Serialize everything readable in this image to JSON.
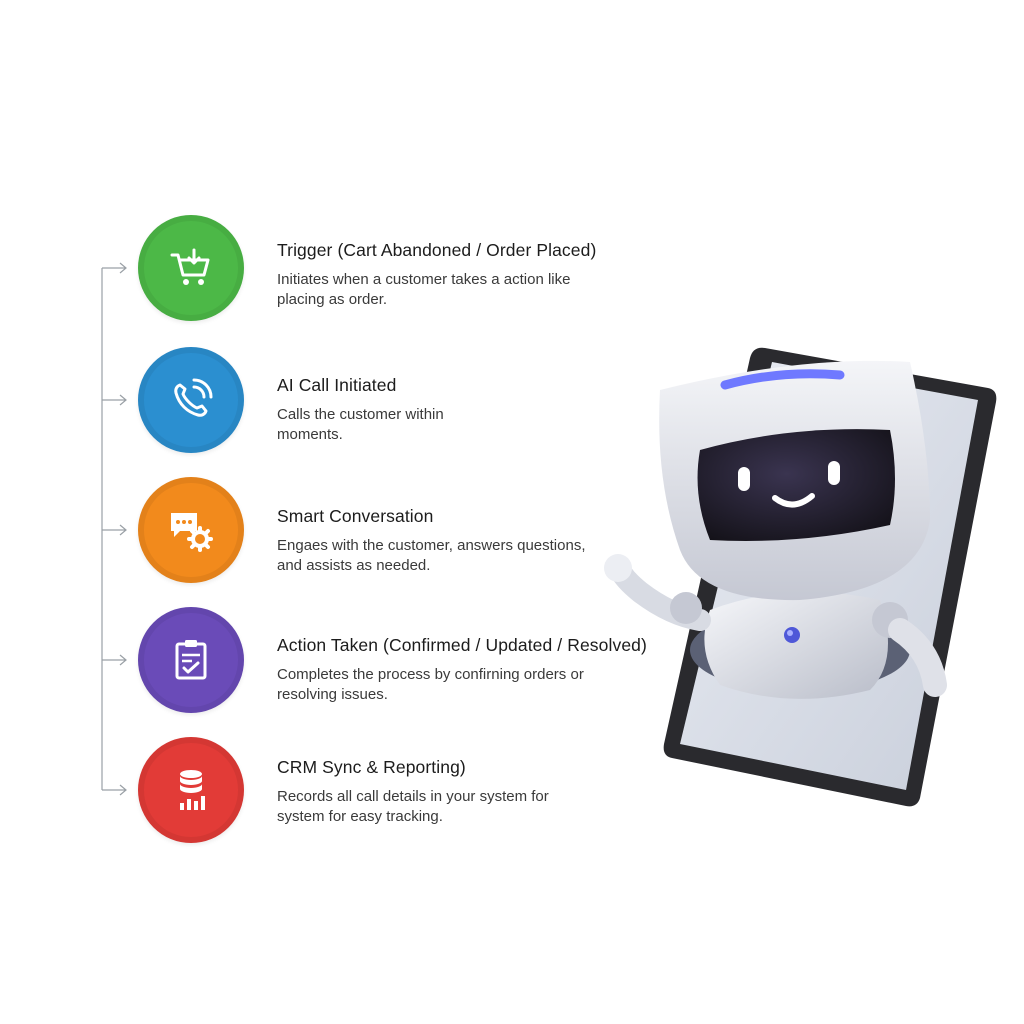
{
  "steps": [
    {
      "title": "Trigger (Cart Abandoned / Order Placed)",
      "desc_lines": [
        "Initiates when a customer takes a action like",
        "placing as order."
      ],
      "color": "#4cb847",
      "icon": "cart-icon"
    },
    {
      "title": "AI Call Initiated",
      "desc_lines": [
        "Calls the customer within",
        "moments."
      ],
      "color": "#2b8fd0",
      "icon": "phone-call-icon"
    },
    {
      "title": "Smart Conversation",
      "desc_lines": [
        "Engaes with the customer, answers questions,",
        "and assists as needed."
      ],
      "color": "#f28a1c",
      "icon": "chat-gear-icon"
    },
    {
      "title": "Action Taken (Confirmed / Updated / Resolved)",
      "desc_lines": [
        "Completes the process by confirning orders or",
        "resolving issues."
      ],
      "color": "#6a4bb8",
      "icon": "clipboard-check-icon"
    },
    {
      "title": "CRM Sync & Reporting)",
      "desc_lines": [
        "Records all call details in your system for",
        "system for easy tracking."
      ],
      "color": "#e23b37",
      "icon": "database-chart-icon"
    }
  ],
  "illustration": {
    "icon": "robot-phone-illustration",
    "accent": "#6f79ff",
    "eye_color": "#ffffff"
  }
}
